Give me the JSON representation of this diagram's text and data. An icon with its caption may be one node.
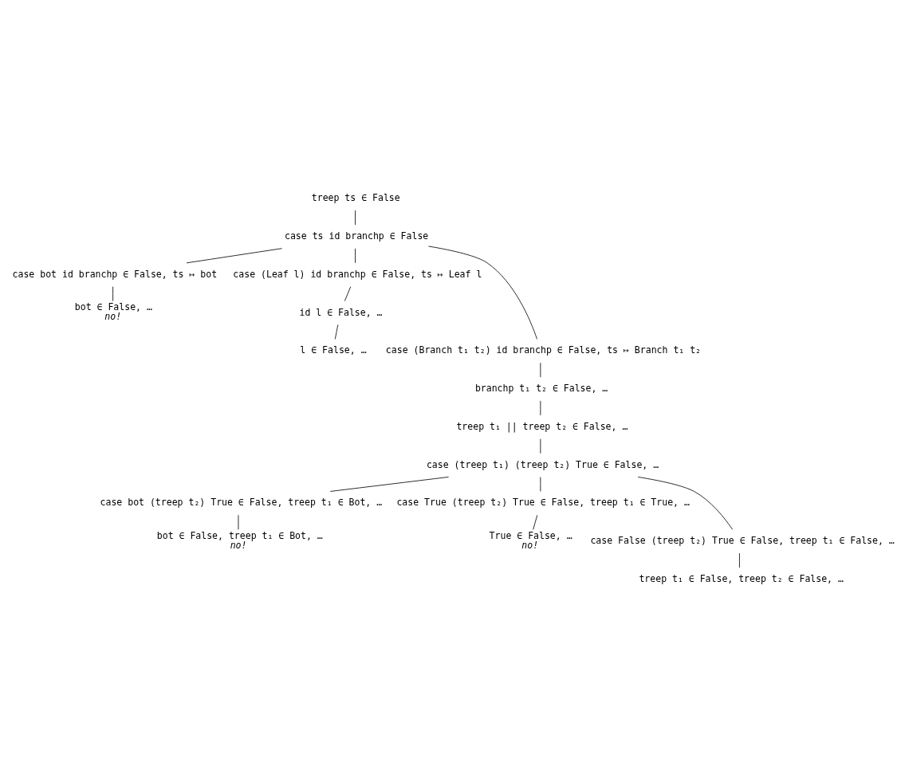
{
  "diagram": {
    "nodes": [
      {
        "text": [
          "treep ts ∈ False"
        ]
      },
      {
        "text": [
          "case ts id branchp ∈ False"
        ]
      },
      {
        "text": [
          "case bot id branchp ∈ False, ts ↦ bot"
        ]
      },
      {
        "text": [
          "case (Leaf l) id branchp ∈ False, ts ↦ Leaf l"
        ]
      },
      {
        "text": [
          "bot ∈ False, …",
          "no!"
        ]
      },
      {
        "text": [
          "id l ∈ False, …"
        ]
      },
      {
        "text": [
          "l ∈ False, …"
        ]
      },
      {
        "text": [
          "case (Branch t₁ t₂) id branchp ∈ False, ts ↦ Branch t₁ t₂"
        ]
      },
      {
        "text": [
          "branchp t₁ t₂ ∈ False, …"
        ]
      },
      {
        "text": [
          "treep t₁ || treep t₂ ∈ False, …"
        ]
      },
      {
        "text": [
          "case (treep t₁) (treep t₂) True ∈ False, …"
        ]
      },
      {
        "text": [
          "case bot (treep t₂) True ∈ False, treep t₁ ∈ Bot, …"
        ]
      },
      {
        "text": [
          "case True (treep t₂) True ∈ False, treep t₁ ∈ True, …"
        ]
      },
      {
        "text": [
          "bot ∈ False, treep t₁ ∈ Bot, …",
          "no!"
        ]
      },
      {
        "text": [
          "True ∈ False, …",
          "no!"
        ]
      },
      {
        "text": [
          "case False (treep t₂) True ∈ False, treep t₁ ∈ False, …"
        ]
      },
      {
        "text": [
          "treep t₁ ∈ False, treep t₂ ∈ False, …"
        ]
      }
    ],
    "edges": [
      {
        "from": 0,
        "to": 1,
        "arrow": "none"
      },
      {
        "from": 1,
        "to": 2,
        "arrow": "none"
      },
      {
        "from": 1,
        "to": 7,
        "arrow": "none"
      },
      {
        "from": 1,
        "to": 3,
        "arrow": "none"
      },
      {
        "from": 2,
        "to": 4,
        "arrow": "none"
      },
      {
        "from": 3,
        "to": 5,
        "arrow": "none"
      },
      {
        "from": 5,
        "to": 6,
        "arrow": "none"
      },
      {
        "from": 7,
        "to": 8,
        "arrow": "none"
      },
      {
        "from": 8,
        "to": 9,
        "arrow": "none"
      },
      {
        "from": 9,
        "to": 10,
        "arrow": "none"
      },
      {
        "from": 10,
        "to": 11,
        "arrow": "none"
      },
      {
        "from": 10,
        "to": 15,
        "arrow": "none"
      },
      {
        "from": 10,
        "to": 12,
        "arrow": "none"
      },
      {
        "from": 11,
        "to": 13,
        "arrow": "none"
      },
      {
        "from": 12,
        "to": 14,
        "arrow": "none"
      },
      {
        "from": 15,
        "to": 16,
        "arrow": "none"
      }
    ]
  }
}
